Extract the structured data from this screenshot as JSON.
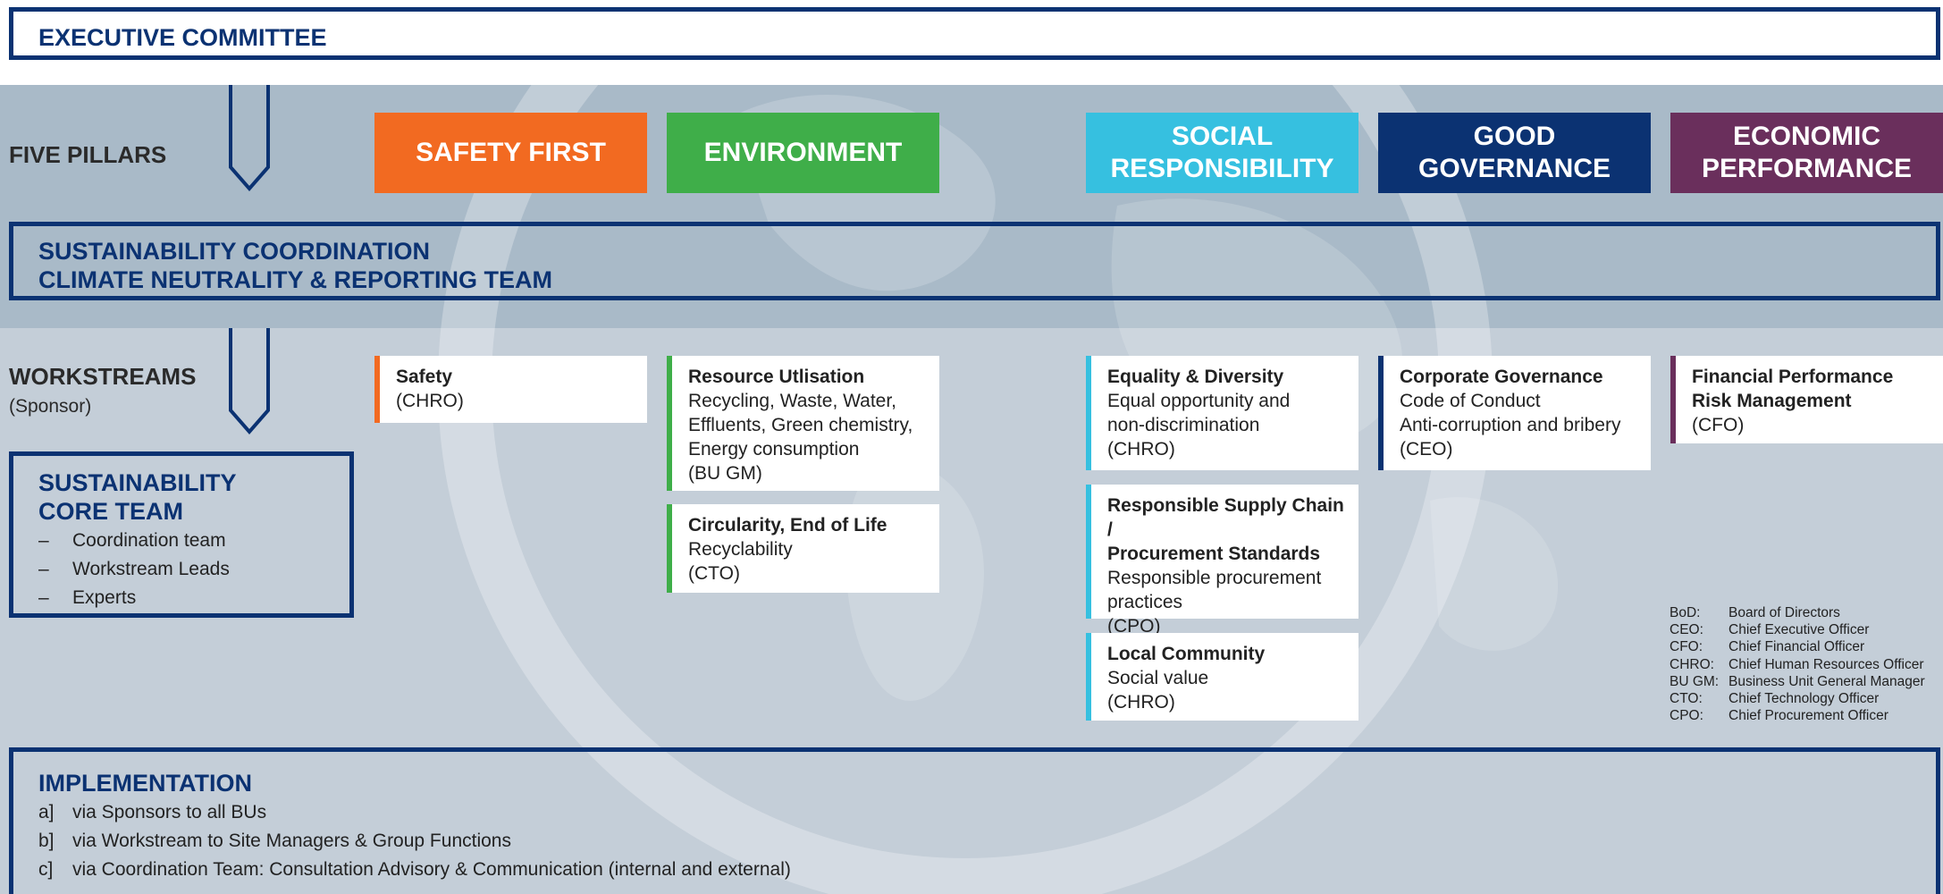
{
  "executive_committee": "EXECUTIVE COMMITTEE",
  "five_pillars_label": "FIVE PILLARS",
  "pillars": [
    {
      "label": "SAFETY FIRST",
      "color": "#f26a21"
    },
    {
      "label": "ENVIRONMENT",
      "color": "#3fae49"
    },
    {
      "label": "SOCIAL\nRESPONSIBILITY",
      "color": "#36c0e0"
    },
    {
      "label": "GOOD\nGOVERNANCE",
      "color": "#0b3272"
    },
    {
      "label": "ECONOMIC\nPERFORMANCE",
      "color": "#6a2f5c"
    }
  ],
  "coordination": {
    "line1": "SUSTAINABILITY COORDINATION",
    "line2": "CLIMATE NEUTRALITY & REPORTING TEAM"
  },
  "workstreams_label": "WORKSTREAMS",
  "workstreams_sub": "(Sponsor)",
  "core_team": {
    "title": "SUSTAINABILITY\nCORE TEAM",
    "dash": "–",
    "items": [
      "Coordination team",
      "Workstream Leads",
      "Experts"
    ]
  },
  "workstreams": [
    {
      "title": "Safety",
      "desc": "(CHRO)"
    },
    {
      "title": "Resource Utlisation",
      "desc": "Recycling, Waste, Water,\nEffluents, Green chemistry,\nEnergy consumption\n(BU GM)"
    },
    {
      "title": "Circularity, End of Life",
      "desc": "Recyclability\n(CTO)"
    },
    {
      "title": "Equality & Diversity",
      "desc": "Equal opportunity and\nnon-discrimination\n(CHRO)"
    },
    {
      "title": "Responsible Supply Chain /\nProcurement Standards",
      "desc": "Responsible procurement\npractices\n(CPO)"
    },
    {
      "title": "Local Community",
      "desc": "Social value\n(CHRO)"
    },
    {
      "title": "Corporate Governance",
      "desc": "Code of Conduct\nAnti-corruption and bribery\n(CEO)"
    },
    {
      "title": "Financial Performance\nRisk Management",
      "desc": "(CFO)"
    }
  ],
  "legend": [
    {
      "abbr": "BoD:",
      "full": "Board of Directors"
    },
    {
      "abbr": "CEO:",
      "full": "Chief Executive Officer"
    },
    {
      "abbr": "CFO:",
      "full": "Chief Financial Officer"
    },
    {
      "abbr": "CHRO:",
      "full": "Chief Human Resources Officer"
    },
    {
      "abbr": "BU GM:",
      "full": "Business Unit General Manager"
    },
    {
      "abbr": "CTO:",
      "full": "Chief Technology Officer"
    },
    {
      "abbr": "CPO:",
      "full": "Chief Procurement Officer"
    }
  ],
  "implementation": {
    "title": "IMPLEMENTATION",
    "items": [
      {
        "marker": "a]",
        "text": "via Sponsors to all BUs"
      },
      {
        "marker": "b]",
        "text": "via Workstream to Site Managers & Group Functions"
      },
      {
        "marker": "c]",
        "text": "via Coordination Team: Consultation Advisory & Communication (internal and external)"
      }
    ]
  }
}
